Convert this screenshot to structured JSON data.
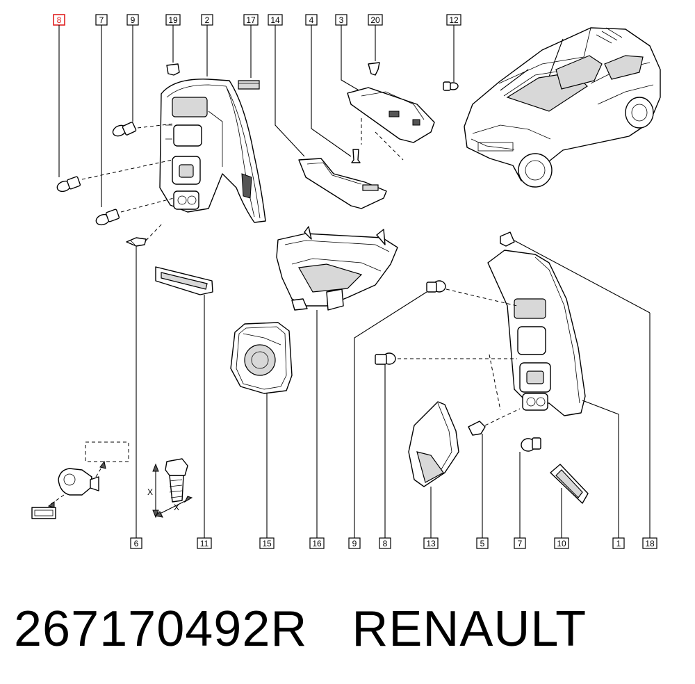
{
  "footer": {
    "part_number": "267170492R",
    "brand": "RENAULT"
  },
  "highlighted_callout": "8",
  "highlight_color": "#e02020",
  "dimension_mark": "X",
  "callouts_top": [
    "8",
    "7",
    "9",
    "19",
    "2",
    "17",
    "14",
    "4",
    "3",
    "20",
    "12"
  ],
  "callouts_bottom": [
    "6",
    "11",
    "15",
    "16",
    "9",
    "8",
    "13",
    "5",
    "7",
    "10",
    "1",
    "18"
  ]
}
